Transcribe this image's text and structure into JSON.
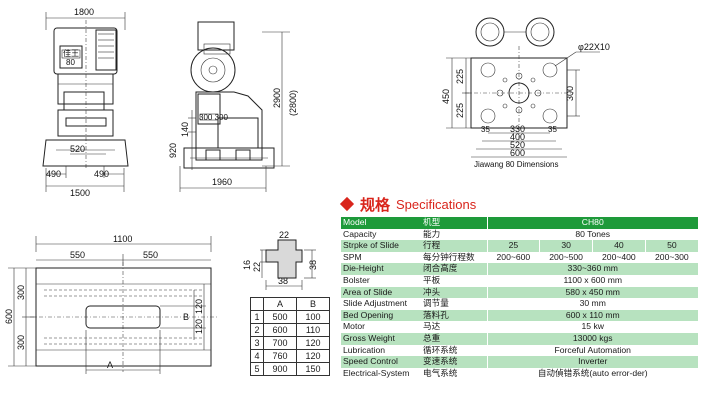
{
  "drawings": {
    "front_view": {
      "top_width": "1800",
      "dim_520": "520",
      "dim_490_left": "490",
      "dim_490_right": "490",
      "base_width": "1500",
      "plate_text_1": "佳王",
      "plate_text_2": "80"
    },
    "side_view": {
      "height_2900": "2900",
      "height_2800": "(2800)",
      "dim_140": "140",
      "dim_920": "920",
      "base_1960": "1960",
      "plate_text": "300 300"
    },
    "dimensions_view": {
      "hole_label": "φ22X10",
      "d450": "450",
      "d225_top": "225",
      "d225_bottom": "225",
      "d300": "300",
      "d35_left": "35",
      "d35_right": "35",
      "d330": "330",
      "d400": "400",
      "d520": "520",
      "d600": "600",
      "caption": "Jiawang 80 Dimensions"
    },
    "bolster_view": {
      "d1100": "1100",
      "d550_left": "550",
      "d550_right": "550",
      "d600": "600",
      "d300_top": "300",
      "d300_bottom": "300",
      "d120_top": "120",
      "d120_bottom": "120",
      "label_a": "A",
      "label_b": "B"
    },
    "slot_view": {
      "d22": "22",
      "d16": "16",
      "d22_left": "22",
      "d38_right": "38",
      "d38_bottom": "38"
    }
  },
  "ab_table": {
    "headers": [
      "A",
      "B"
    ],
    "rows": [
      {
        "n": "1",
        "a": "500",
        "b": "100"
      },
      {
        "n": "2",
        "a": "600",
        "b": "110"
      },
      {
        "n": "3",
        "a": "700",
        "b": "120"
      },
      {
        "n": "4",
        "a": "760",
        "b": "120"
      },
      {
        "n": "5",
        "a": "900",
        "b": "150"
      }
    ]
  },
  "specs": {
    "heading_zh": "规格",
    "heading_en": "Specifications",
    "header": {
      "en": "Model",
      "zh": "机型",
      "value": "CH80"
    },
    "rows": [
      {
        "en": "Capacity",
        "zh": "能力",
        "values": [
          "80 Tones"
        ]
      },
      {
        "en": "Strpke of Slide",
        "zh": "行程",
        "values": [
          "25",
          "30",
          "40",
          "50"
        ]
      },
      {
        "en": "SPM",
        "zh": "每分钟行程数",
        "values": [
          "200~600",
          "200~500",
          "200~400",
          "200~300"
        ]
      },
      {
        "en": "Die-Height",
        "zh": "闭合高度",
        "values": [
          "330~360 mm"
        ]
      },
      {
        "en": "Bolster",
        "zh": "平板",
        "values": [
          "1100 x 600 mm"
        ]
      },
      {
        "en": "Area of Slide",
        "zh": "冲头",
        "values": [
          "580 x 450 mm"
        ]
      },
      {
        "en": "Slide Adjustment",
        "zh": "调节量",
        "values": [
          "30 mm"
        ]
      },
      {
        "en": "Bed Opening",
        "zh": "落料孔",
        "values": [
          "600 x 110 mm"
        ]
      },
      {
        "en": "Motor",
        "zh": "马达",
        "values": [
          "15 kw"
        ]
      },
      {
        "en": "Gross Weight",
        "zh": "总重",
        "values": [
          "13000 kgs"
        ]
      },
      {
        "en": "Lubrication",
        "zh": "循环系统",
        "values": [
          "Forceful Automation"
        ]
      },
      {
        "en": "Speed Control",
        "zh": "变速系统",
        "values": [
          "Inverter"
        ]
      },
      {
        "en": "Electrical-System",
        "zh": "电气系统",
        "values": [
          "自动偵错系统(auto error-der)"
        ]
      }
    ]
  },
  "colors": {
    "accent_red": "#d9251c",
    "table_green": "#1e9a3a",
    "row_green": "#b7e2bf"
  }
}
